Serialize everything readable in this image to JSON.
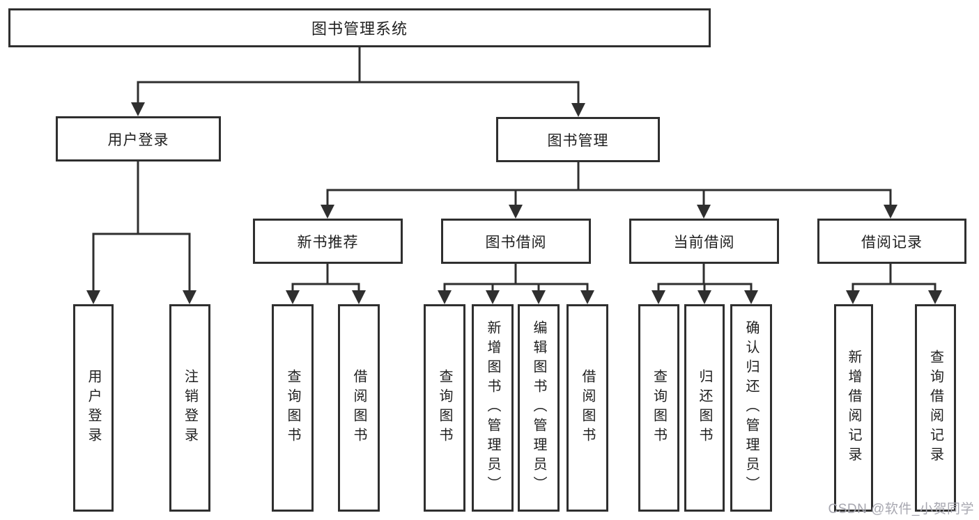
{
  "diagram": {
    "title": "图书管理系统",
    "line_color": "#2f2f2f",
    "root": {
      "label": "图书管理系统"
    },
    "level2": [
      {
        "label": "用户登录"
      },
      {
        "label": "图书管理"
      }
    ],
    "level3": [
      {
        "label": "新书推荐"
      },
      {
        "label": "图书借阅"
      },
      {
        "label": "当前借阅"
      },
      {
        "label": "借阅记录"
      }
    ],
    "leaves": {
      "user": [
        "用户登录",
        "注销登录"
      ],
      "recommend": [
        "查询图书",
        "借阅图书"
      ],
      "borrow": [
        "查询图书",
        "新增图书（管理员）",
        "编辑图书（管理员）",
        "借阅图书"
      ],
      "current": [
        "查询图书",
        "归还图书",
        "确认归还（管理员）"
      ],
      "records": [
        "新增借阅记录",
        "查询借阅记录"
      ]
    }
  },
  "watermark": {
    "text": "CSDN @软件_小贺同学",
    "color": "#a7a7b0"
  }
}
